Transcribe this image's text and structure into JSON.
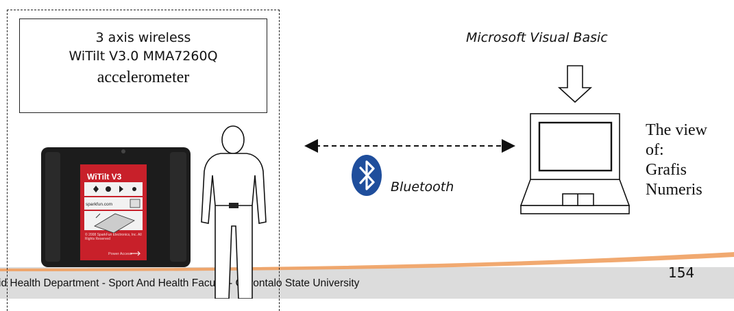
{
  "sensor_box": {
    "line1": "3 axis wireless",
    "line2": "WiTilt V3.0 MMA7260Q",
    "line3": "accelerometer"
  },
  "device": {
    "label": "WiTilt V3",
    "brand": "sparkfun.com",
    "copyright": "© 2008 SparkFun Electronics, Inc. All Rights Reserved",
    "power": "Power Access"
  },
  "software_label": "Microsoft Visual Basic",
  "bluetooth_label": "Bluetooth",
  "view": {
    "line1": "The view",
    "line2": "of:",
    "line3": "Grafis",
    "line4": "Numeris"
  },
  "footer": {
    "text": "id Health Department - Sport And Health Faculty - Gorontalo State University",
    "page_number": "154"
  },
  "colors": {
    "device_body": "#1c1c1c",
    "device_label": "#c8202a",
    "bluetooth": "#1f4e9c",
    "footer_band": "#dcdcdc",
    "footer_swoosh": "#f0a060"
  }
}
